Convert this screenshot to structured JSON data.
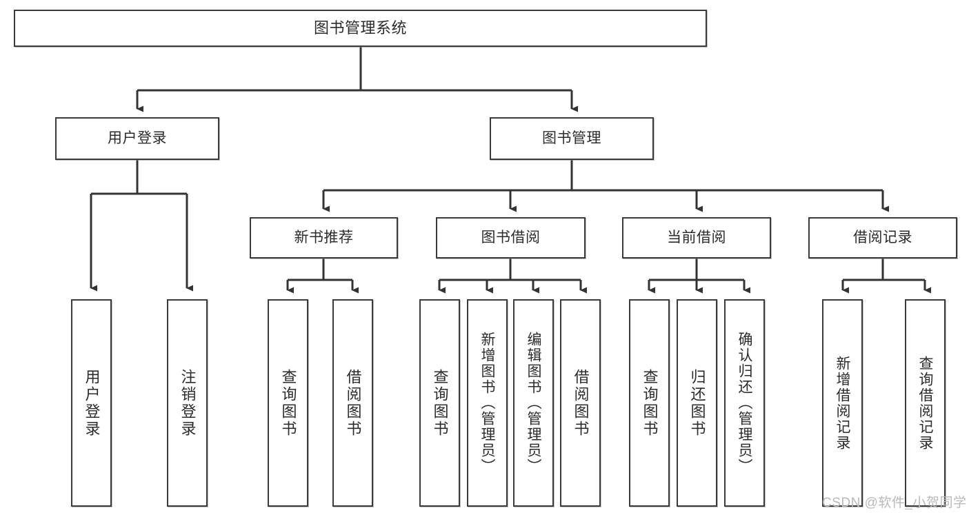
{
  "diagram": {
    "title": "图书管理系统",
    "type": "hierarchy-tree",
    "levels": 4,
    "nodes": {
      "root": {
        "label": "图书管理系统"
      },
      "level2": [
        {
          "label": "用户登录"
        },
        {
          "label": "图书管理"
        }
      ],
      "level3": [
        {
          "label": "新书推荐"
        },
        {
          "label": "图书借阅"
        },
        {
          "label": "当前借阅"
        },
        {
          "label": "借阅记录"
        }
      ],
      "leaves_user_login": [
        {
          "label": "用户登录"
        },
        {
          "label": "注销登录"
        }
      ],
      "leaves_new_book": [
        {
          "label": "查询图书"
        },
        {
          "label": "借阅图书"
        }
      ],
      "leaves_borrow": [
        {
          "label": "查询图书"
        },
        {
          "label": "新增图书（管理员）"
        },
        {
          "label": "编辑图书（管理员）"
        },
        {
          "label": "借阅图书"
        }
      ],
      "leaves_current": [
        {
          "label": "查询图书"
        },
        {
          "label": "归还图书"
        },
        {
          "label": "确认归还（管理员）"
        }
      ],
      "leaves_records": [
        {
          "label": "新增借阅记录"
        },
        {
          "label": "查询借阅记录"
        }
      ]
    },
    "watermark": "CSDN @软件_小贺同学",
    "colors": {
      "border": "#3a3a3a",
      "text": "#2b2b2b",
      "background": "#ffffff",
      "connector": "#333333",
      "watermark": "#b9b9b9"
    }
  }
}
